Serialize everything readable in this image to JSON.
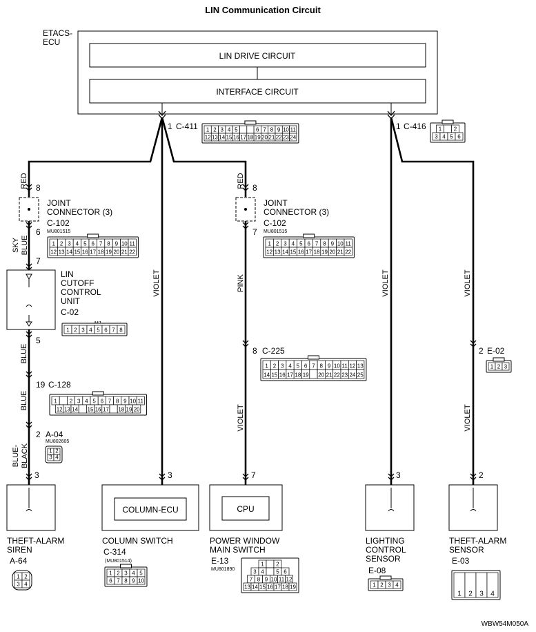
{
  "title": "LIN Communication Circuit",
  "figure_id": "WBW54M050A",
  "etacs": {
    "label": "ETACS-\nECU",
    "lin_drive": "LIN DRIVE CIRCUIT",
    "interface": "INTERFACE CIRCUIT",
    "pin_c411": "1",
    "connector_c411": "C-411",
    "pin_c416": "1",
    "connector_c416": "C-416"
  },
  "wires": {
    "red_left": "RED",
    "sky_blue": "SKY\nBLUE",
    "blue_1": "BLUE",
    "blue_2": "BLUE",
    "blue_black": "BLUE-\nBLACK",
    "violet_column": "VIOLET",
    "red_mid": "RED",
    "pink": "PINK",
    "violet_pws": "VIOLET",
    "violet_lighting": "VIOLET",
    "violet_theft_upper": "VIOLET",
    "violet_theft_lower": "VIOLET"
  },
  "joint_left": {
    "pin_top": "8",
    "pin_bottom": "6",
    "label": "JOINT\nCONNECTOR (3)",
    "connector": "C-102",
    "part": "MU801515"
  },
  "joint_mid": {
    "pin_top": "8",
    "pin_bottom": "7",
    "label": "JOINT\nCONNECTOR (3)",
    "connector": "C-102",
    "part": "MU801515"
  },
  "lin_cutoff": {
    "pin_top": "7",
    "pin_bottom": "5",
    "label": "LIN\nCUTOFF\nCONTROL\nUNIT",
    "connector": "C-02",
    "plug_tab": "MJ"
  },
  "c128": {
    "pin": "19",
    "connector": "C-128"
  },
  "a04": {
    "pin": "2",
    "connector": "A-04",
    "part": "MU802605"
  },
  "c225": {
    "pin": "8",
    "connector": "C-225"
  },
  "e02": {
    "pin": "2",
    "connector": "E-02"
  },
  "components": {
    "theft_siren": {
      "pin": "3",
      "label": "THEFT-ALARM\nSIREN",
      "connector": "A-64"
    },
    "column_switch": {
      "pin": "3",
      "inner": "COLUMN-ECU",
      "label": "COLUMN SWITCH",
      "connector": "C-314",
      "part": "(MU801514)"
    },
    "power_window": {
      "pin": "7",
      "inner": "CPU",
      "label": "POWER WINDOW\nMAIN SWITCH",
      "connector": "E-13",
      "part": "MU801890"
    },
    "lighting_sensor": {
      "pin": "3",
      "label": "LIGHTING\nCONTROL\nSENSOR",
      "connector": "E-08"
    },
    "theft_sensor": {
      "pin": "2",
      "label": "THEFT-ALARM\nSENSOR",
      "connector": "E-03"
    }
  },
  "pin_grids": {
    "c411": [
      [
        "1",
        "2",
        "3",
        "4",
        "5",
        "",
        "",
        "6",
        "7",
        "8",
        "9",
        "10",
        "11"
      ],
      [
        "12",
        "13",
        "14",
        "15",
        "16",
        "17",
        "18",
        "19",
        "20",
        "21",
        "22",
        "23",
        "24"
      ]
    ],
    "c416": [
      [
        "1",
        "",
        "2"
      ],
      [
        "3",
        "4",
        "5",
        "6"
      ]
    ],
    "c102": [
      [
        "1",
        "2",
        "3",
        "4",
        "5",
        "6",
        "7",
        "8",
        "9",
        "10",
        "11"
      ],
      [
        "12",
        "13",
        "14",
        "15",
        "16",
        "17",
        "18",
        "19",
        "20",
        "21",
        "22"
      ]
    ],
    "c02": [
      [
        "1",
        "2",
        "3",
        "4",
        "5",
        "6",
        "7",
        "8"
      ]
    ],
    "c128": [
      [
        "1",
        "",
        "2",
        "3",
        "4",
        "5",
        "6",
        "7",
        "8",
        "9",
        "10",
        "11"
      ],
      [
        "12",
        "13",
        "14",
        "",
        "15",
        "16",
        "17",
        "",
        "18",
        "19",
        "20"
      ]
    ],
    "a04": [
      [
        "1",
        "2"
      ],
      [
        "3",
        "4"
      ]
    ],
    "c225": [
      [
        "1",
        "2",
        "3",
        "4",
        "5",
        "6",
        "7",
        "8",
        "9",
        "10",
        "11",
        "12",
        "13"
      ],
      [
        "14",
        "15",
        "16",
        "17",
        "18",
        "19",
        "",
        "20",
        "21",
        "22",
        "23",
        "24",
        "25"
      ]
    ],
    "e02": [
      [
        "1",
        "2",
        "3"
      ]
    ],
    "a64": [
      [
        "1",
        "2"
      ],
      [
        "3",
        "4"
      ]
    ],
    "c314": [
      [
        "1",
        "2",
        "3",
        "4",
        "5"
      ],
      [
        "6",
        "7",
        "8",
        "9",
        "10"
      ]
    ],
    "e13": [
      [
        "1",
        "",
        "2"
      ],
      [
        "3",
        "4",
        "",
        "5",
        "6"
      ],
      [
        "7",
        "8",
        "9",
        "10",
        "11",
        "12"
      ],
      [
        "13",
        "14",
        "15",
        "16",
        "17",
        "18",
        "19"
      ]
    ],
    "e08": [
      [
        "1",
        "2",
        "3",
        "4"
      ]
    ],
    "e03": [
      [
        "1",
        "2",
        "3",
        "4"
      ]
    ]
  }
}
